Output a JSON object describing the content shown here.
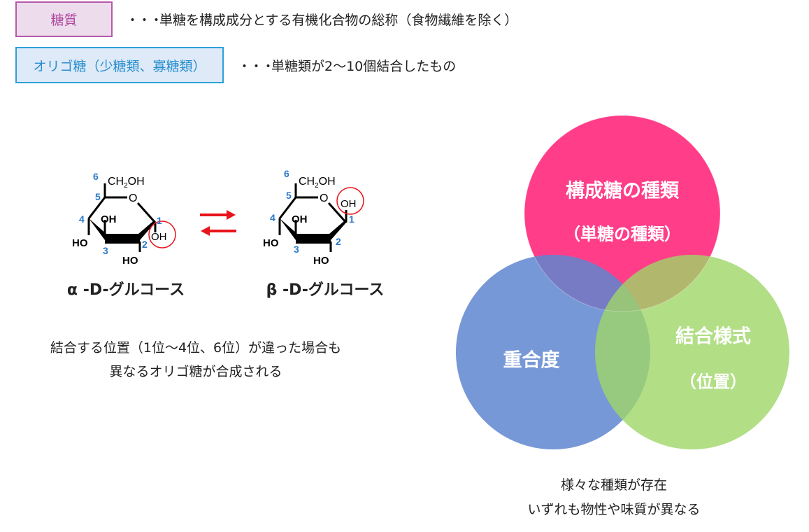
{
  "definitions": [
    {
      "term": "糖質",
      "dots": "・・・",
      "description": "単糖を構成成分とする有機化合物の総称（食物繊維を除く）"
    },
    {
      "term": "オリゴ糖（少糖類、寡糖類）",
      "dots": "・・・",
      "description": "単糖類が2〜10個結合したもの"
    }
  ],
  "structures": {
    "atoms": {
      "ch2oh_ch": "CH",
      "ch2oh_sub": "2",
      "ch2oh_oh": "OH",
      "ring_o": "O",
      "oh": "OH",
      "ho": "HO"
    },
    "numbers": [
      "1",
      "2",
      "3",
      "4",
      "5",
      "6"
    ],
    "alpha_label": "α -D-グルコース",
    "beta_label": "β -D-グルコース"
  },
  "left_caption": [
    "結合する位置（1位〜4位、6位）が違った場合も",
    "異なるオリゴ糖が合成される"
  ],
  "venn": {
    "top": {
      "line1": "構成糖の種類",
      "line2": "（単糖の種類）",
      "color": "#ff3d89"
    },
    "left": {
      "line1": "重合度",
      "color": "#5f86cf"
    },
    "right": {
      "line1": "結合様式",
      "line2": "（位置）",
      "color": "#9fd668"
    }
  },
  "bottom_caption": [
    "様々な種類が存在",
    "いずれも物性や味質が異なる"
  ]
}
